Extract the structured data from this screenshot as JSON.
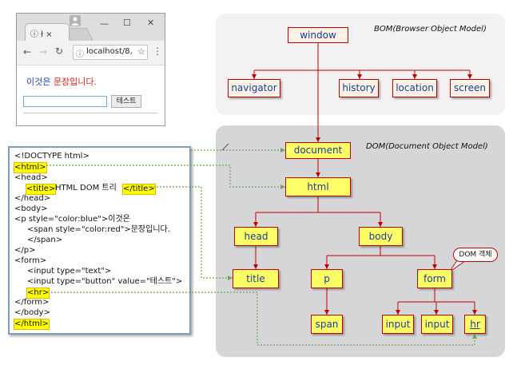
{
  "browser": {
    "tab_title": "ⓘ ł ×",
    "url": "localhost/8,",
    "minimize": "—",
    "maximize": "☐",
    "close": "✕",
    "blue_text": "이것은 ",
    "red_text": "문장입니다.",
    "button_label": "테스트"
  },
  "code": {
    "lines": [
      "<!DOCTYPE html>",
      "<html>",
      "<head>",
      "<title>",
      "HTML DOM 트리",
      "</title>",
      "</head>",
      "<body>",
      "<p style=\"color:blue\">이것은",
      "<span style=\"color:red\">문장입니다.",
      "</span>",
      "</p>",
      "<form>",
      "<input type=\"text\">",
      "<input type=\"button\" value=\"테스트\">",
      "<hr>",
      "</form>",
      "</body>",
      "</html>"
    ]
  },
  "bom": {
    "title": "BOM(Browser Object Model)",
    "window": "window",
    "navigator": "navigator",
    "history": "history",
    "location": "location",
    "screen": "screen"
  },
  "dom": {
    "title": "DOM(Document Object Model)",
    "document": "document",
    "html": "html",
    "head": "head",
    "body": "body",
    "title_node": "title",
    "p": "p",
    "form": "form",
    "span": "span",
    "input1": "input",
    "input2": "input",
    "hr": "hr",
    "callout": "DOM 객체"
  },
  "colors": {
    "node_border": "#c00000",
    "node_text": "#1a3c9c",
    "highlight": "#ffff00",
    "connector": "#6aa84f"
  }
}
